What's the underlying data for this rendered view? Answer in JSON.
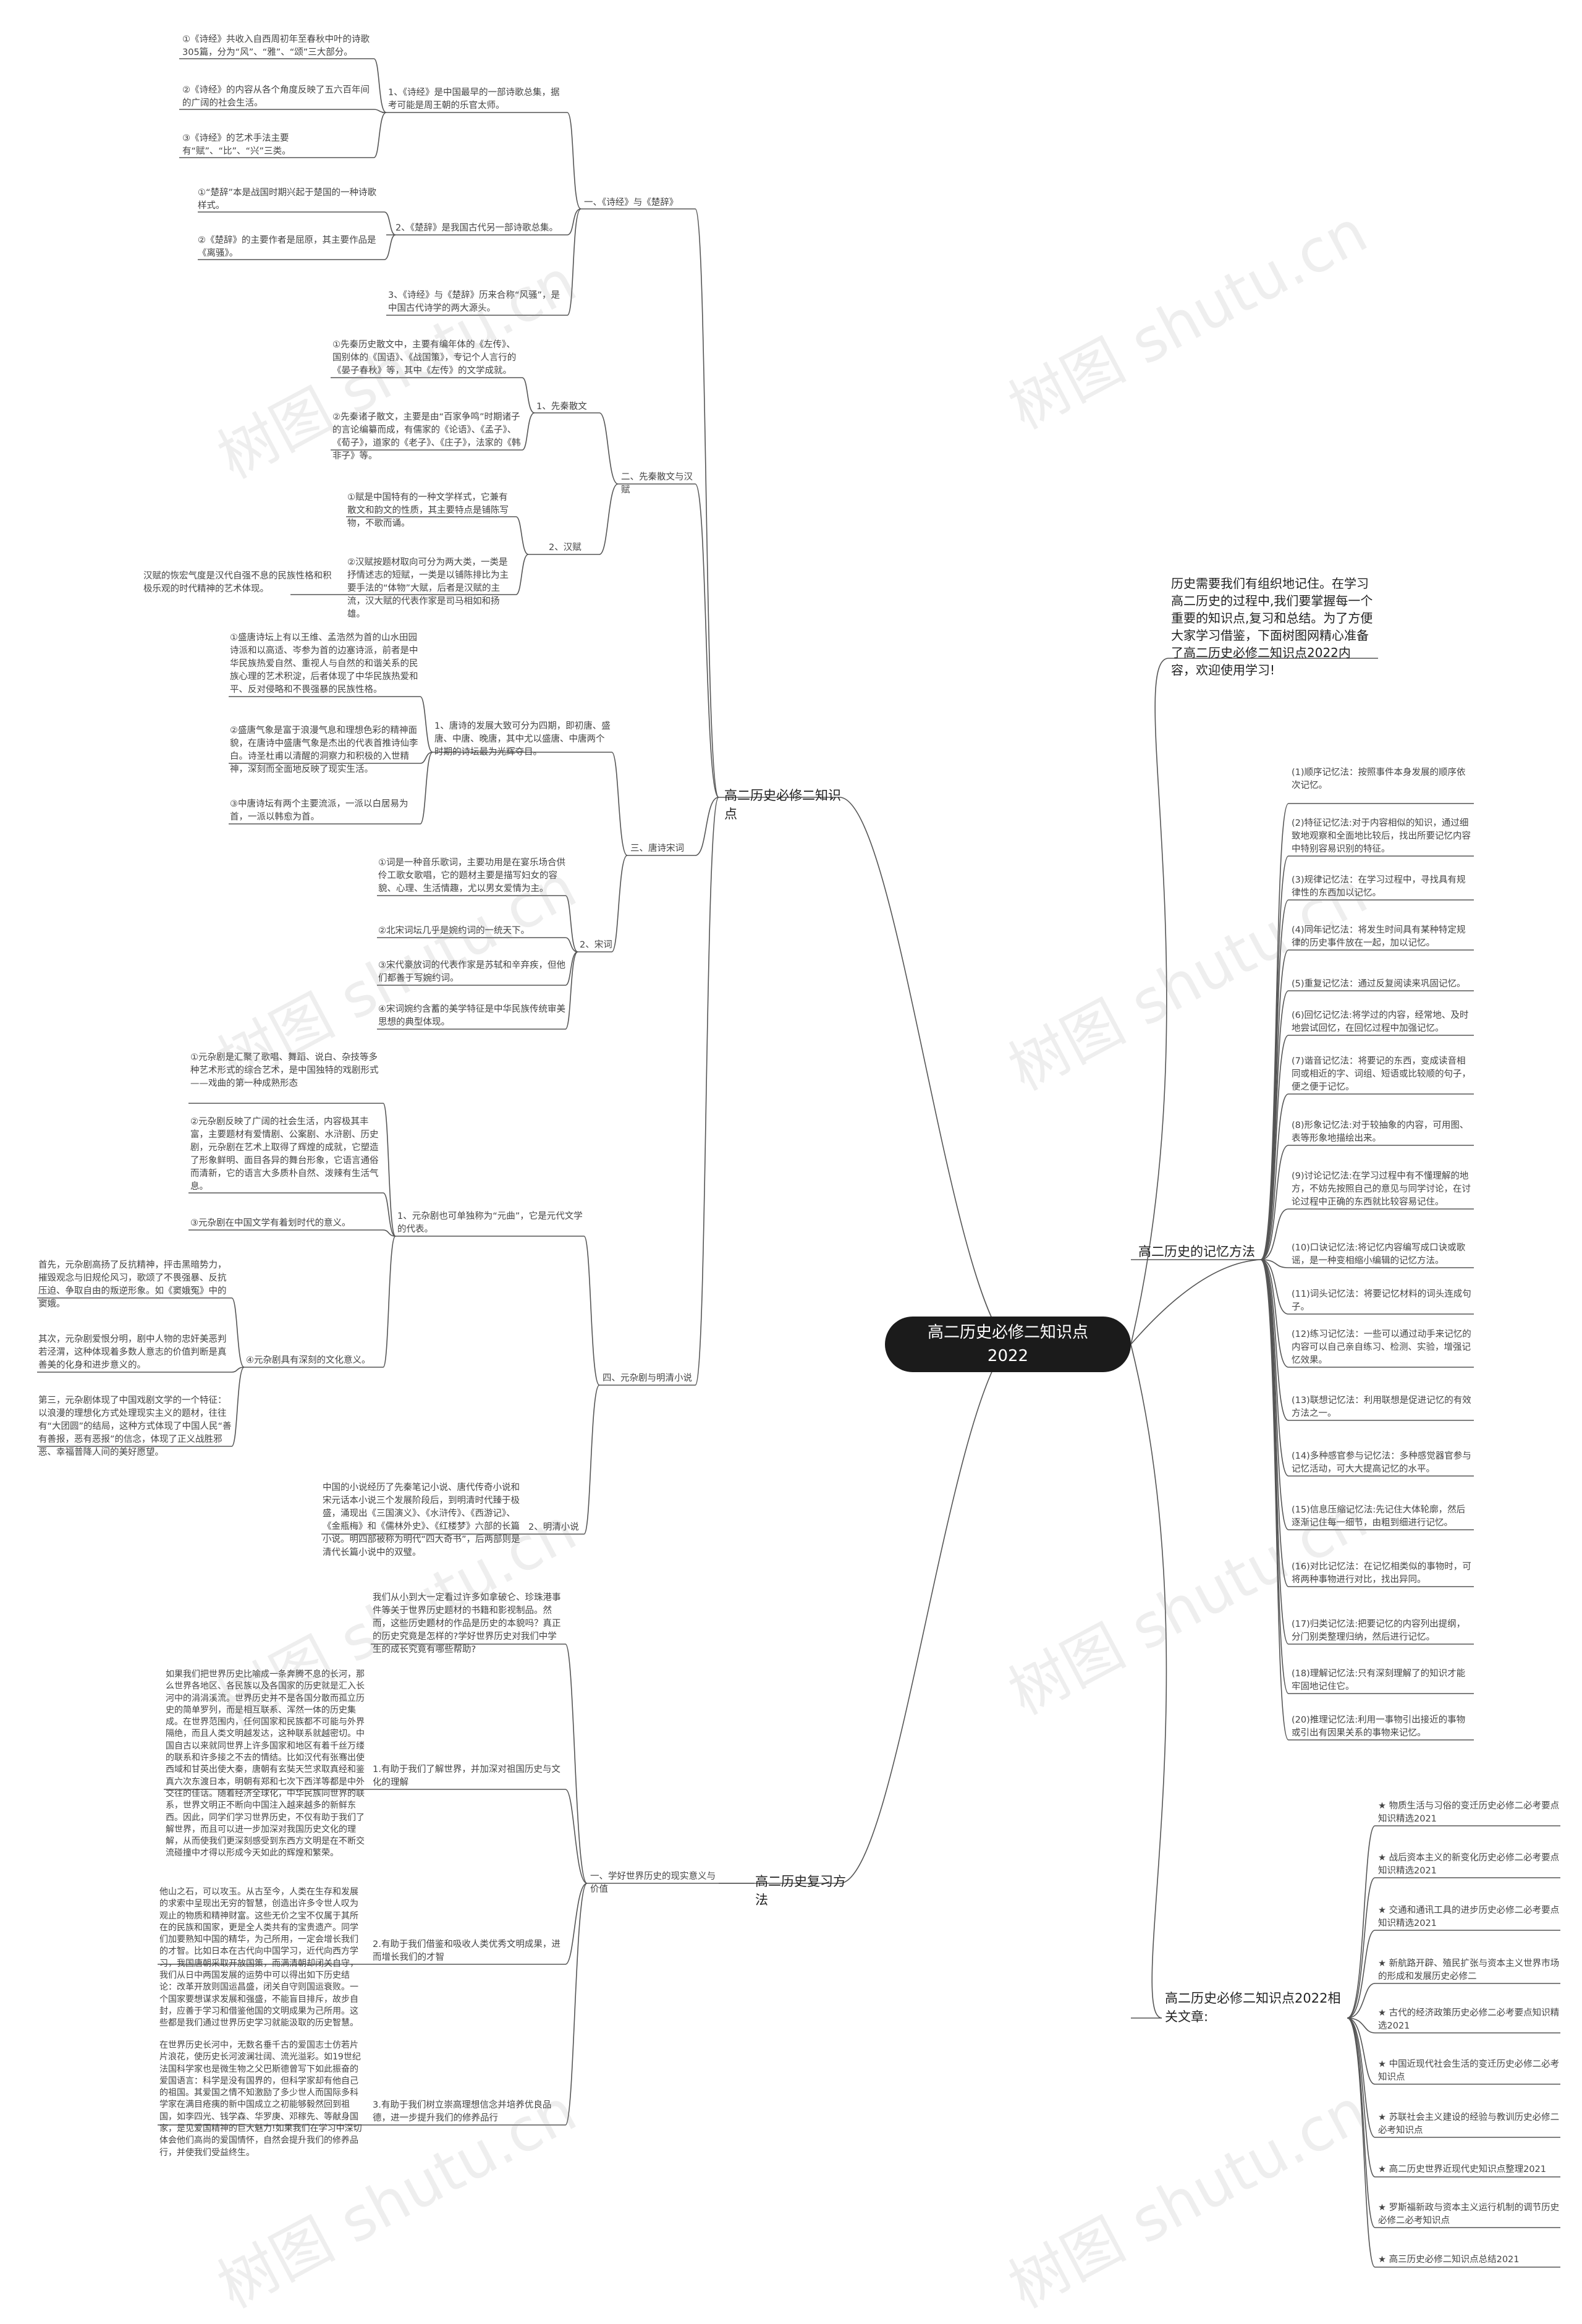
{
  "title": "高二历史必修二知识点2022",
  "watermark": "树图 shutu.cn",
  "colors": {
    "line": "#555555",
    "center_bg": "#1b1b1b",
    "center_text": "#ffffff"
  },
  "intro": "历史需要我们有组织地记住。在学习高二历史的过程中,我们要掌握每一个重要的知识点,复习和总结。为了方便大家学习借鉴，下面树图网精心准备了高二历史必修二知识点2022内容，欢迎使用学习!",
  "branch1": {
    "title": "高二历史必修二知识点",
    "s1": {
      "title": "一、《诗经》与《楚辞》",
      "p1": {
        "title": "1、《诗经》是中国最早的一部诗歌总集，据考可能是周王朝的乐官太师。",
        "d1": "①《诗经》共收入自西周初年至春秋中叶的诗歌305篇，分为“风”、“雅”、“颂”三大部分。",
        "d2": "②《诗经》的内容从各个角度反映了五六百年间的广阔的社会生活。",
        "d3": "③《诗经》的艺术手法主要有“赋”、“比”、“兴”三类。"
      },
      "p2": {
        "title": "2、《楚辞》是我国古代另一部诗歌总集。",
        "d1": "①“楚辞”本是战国时期兴起于楚国的一种诗歌样式。",
        "d2": "②《楚辞》的主要作者是屈原，其主要作品是《离骚》。"
      },
      "p3": "3、《诗经》与《楚辞》历来合称“风骚”，是中国古代诗学的两大源头。"
    },
    "s2": {
      "title": "二、先秦散文与汉赋",
      "p1": {
        "title": "1、先秦散文",
        "d1": "①先秦历史散文中，主要有编年体的《左传》、国别体的《国语》、《战国策》，专记个人言行的《晏子春秋》等，其中《左传》的文学成就。",
        "d2": "②先秦诸子散文，主要是由“百家争鸣”时期诸子的言论编纂而成，有儒家的《论语》、《孟子》、《荀子》，道家的《老子》、《庄子》，法家的《韩非子》等。"
      },
      "p2": {
        "title": "2、汉赋",
        "d1": "①赋是中国特有的一种文学样式，它兼有散文和韵文的性质，其主要特点是铺陈写物，不歌而诵。",
        "d2": "②汉赋按题材取向可分为两大类，一类是抒情述志的短赋，一类是以铺陈排比为主要手法的“体物”大赋，后者是汉赋的主流，汉大赋的代表作家是司马相如和扬雄。",
        "side": "汉赋的恢宏气度是汉代自强不息的民族性格和积极乐观的时代精神的艺术体现。"
      }
    },
    "s3": {
      "title": "三、唐诗宋词",
      "p1": {
        "title": "1、唐诗的发展大致可分为四期，即初唐、盛唐、中唐、晚唐，其中尤以盛唐、中唐两个时期的诗坛最为光辉夺目。",
        "d1": "①盛唐诗坛上有以王维、孟浩然为首的山水田园诗派和以高适、岑参为首的边塞诗派，前者是中华民族热爱自然、重视人与自然的和谐关系的民族心理的艺术积淀，后者体现了中华民族热爱和平、反对侵略和不畏强暴的民族性格。",
        "d2": "②盛唐气象是富于浪漫气息和理想色彩的精神面貌，在唐诗中盛唐气象是杰出的代表首推诗仙李白。诗圣杜甫以清醒的洞察力和积极的入世精神，深刻而全面地反映了现实生活。",
        "d3": "③中唐诗坛有两个主要流派，一派以白居易为首，一派以韩愈为首。"
      },
      "p2": {
        "title": "2、宋词",
        "d1": "①词是一种音乐歌词，主要功用是在宴乐场合供伶工歌女歌唱，它的题材主要是描写妇女的容貌、心理、生活情趣，尤以男女爱情为主。",
        "d2": "②北宋词坛几乎是婉约词的一统天下。",
        "d3": "③宋代豪放词的代表作家是苏轼和辛弃疾，但他们都善于写婉约词。",
        "d4": "④宋词婉约含蓄的美学特征是中华民族传统审美思想的典型体现。"
      }
    },
    "s4": {
      "title": "四、元杂剧与明清小说",
      "p1": {
        "title": "1、元杂剧也可单独称为“元曲”，它是元代文学的代表。",
        "d1": "①元杂剧是汇聚了歌唱、舞蹈、说白、杂技等多种艺术形式的综合艺术，是中国独特的戏剧形式——戏曲的第一种成熟形态",
        "d2": "②元杂剧反映了广阔的社会生活，内容极其丰富，主要题材有爱情剧、公案剧、水浒剧、历史剧，元杂剧在艺术上取得了辉煌的成就，它塑造了形象鲜明、面目各异的舞台形象，它语言通俗而清新，它的语言大多质朴自然、泼辣有生活气息。",
        "d3": "③元杂剧在中国文学有着划时代的意义。",
        "d4": "④元杂剧具有深刻的文化意义。",
        "e1": "首先，元杂剧高扬了反抗精神，抨击黑暗势力，摧毁观念与旧规伦风习，歌颂了不畏强暴、反抗压迫、争取自由的叛逆形象。如《窦娥冤》中的窦娥。",
        "e2": "其次，元杂剧爱恨分明，剧中人物的忠奸美恶判若泾渭，这种体现着多数人意志的价值判断是真善美的化身和进步意义的。",
        "e3": "第三，元杂剧体现了中国戏剧文学的一个特征：以浪漫的理想化方式处理现实主义的题材，往往有“大团圆”的结局，这种方式体现了中国人民“善有善报，恶有恶报”的信念，体现了正义战胜邪恶、幸福普降人间的美好愿望。"
      },
      "p2": {
        "title": "2、明清小说",
        "d1": "中国的小说经历了先秦笔记小说、唐代传奇小说和宋元话本小说三个发展阶段后，到明清时代臻于极盛，涌现出《三国演义》、《水浒传》、《西游记》、《金瓶梅》和《儒林外史》、《红楼梦》六部的长篇小说。明四部被称为明代“四大奇书”，后两部则是清代长篇小说中的双璧。"
      }
    }
  },
  "branch2": {
    "title": "高二历史复习方法",
    "s1": {
      "title": "一、学好世界历史的现实意义与价值",
      "top": "我们从小到大一定看过许多如拿破仑、珍珠港事件等关于世界历史题材的书籍和影视制品。然而，这些历史题材的作品是历史的本貌吗？真正的历史究竟是怎样的?学好世界历史对我们中学生的成长究竟有哪些帮助?",
      "p1": {
        "title": "1.有助于我们了解世界，并加深对祖国历史与文化的理解",
        "d": "如果我们把世界历史比喻成一条奔腾不息的长河，那么世界各地区、各民族以及各国家的历史就是汇入长河中的涓涓溪流。世界历史并不是各国分散而孤立历史的简单罗列，而是相互联系、浑然一体的历史集成。在世界范围内，任何国家和民族都不可能与外界隔绝，而且人类文明越发达，这种联系就越密切。中国自古以来就同世界上许多国家和地区有着千丝万缕的联系和许多接之不去的情结。比如汉代有张骞出使西域和甘英出使大秦，唐朝有玄奘天竺求取真经和鉴真六次东渡日本，明朝有郑和七次下西洋等都是中外交往的佳话。随着经济全球化，中华民族同世界的联系，世界文明正不断向中国注入越来越多的新鲜东西。因此，同学们学习世界历史，不仅有助于我们了解世界，而且可以进一步加深对我国历史文化的理解，从而使我们更深刻感受到东西方文明是在不断交流碰撞中才得以形成今天如此的辉煌和繁荣。"
      },
      "p2": {
        "title": "2.有助于我们借鉴和吸收人类优秀文明成果，进而增长我们的才智",
        "d": "他山之石，可以攻玉。从古至今，人类在生存和发展的求索中呈现出无穷的智慧，创造出许多令世人叹为观止的物质和精神财富。这些无价之宝不仅属于其所在的民族和国家，更是全人类共有的宝贵遗产。同学们加要熟知中国的精华，为己所用，一定会增长我们的才智。比如日本在古代向中国学习，近代向西方学习，我国唐朝采取开放国策，而满清朝却闭关自守，我们从日中两国发展的运势中可以得出如下历史结论：改革开放则国运昌盛，闭关自守则国运衰败。一个国家要想谋求发展和强盛，不能盲目排斥，故步自封，应善于学习和借鉴他国的文明成果为己所用。这些都是我们通过世界历史学习就能汲取的历史智慧。"
      },
      "p3": {
        "title": "3.有助于我们树立崇高理想信念并培养优良品德，进一步提升我们的修养品行",
        "d": "在世界历史长河中，无数名垂千古的爱国志士仿若片片浪花，使历史长河波澜壮阔、流光溢彩。如19世纪法国科学家也是微生物之父巴斯德曾写下如此振奋的爱国语言：科学是没有国界的，但科学家却有他自己的祖国。其爱国之情不知激励了多少世人而国际多科学家在满目疮痍的新中国成立之初能够毅然回到祖国，如李四光、钱学森、华罗庚、邓稼先、等献身国家，是见爱国精神的巨大魅力!如果我们在学习中深切体会他们高尚的爱国情怀，自然会提升我们的修养品行，并使我们受益终生。"
      }
    }
  },
  "branch3": {
    "title": "高二历史的记忆方法",
    "items": [
      "(1)顺序记忆法：按照事件本身发展的顺序依次记忆。",
      "(2)特征记忆法:对于内容相似的知识，通过细致地观察和全面地比较后，找出所要记忆内容中特别容易识别的特征。",
      "(3)规律记忆法：在学习过程中，寻找具有规律性的东西加以记忆。",
      "(4)同年记忆法：将发生时间具有某种特定规律的历史事件放在一起，加以记忆。",
      "(5)重复记忆法：通过反复阅读来巩固记忆。",
      "(6)回忆记忆法:将学过的内容，经常地、及时地尝试回忆，在回忆过程中加强记忆。",
      "(7)谐音记忆法：将要记的东西，变成读音相同或相近的字、词组、短语或比较顺的句子，便之便于记忆。",
      "(8)形象记忆法:对于较抽象的内容，可用图、表等形象地描绘出来。",
      "(9)讨论记忆法:在学习过程中有不懂理解的地方，不妨先按照自己的意见与同学讨论，在讨论过程中正确的东西就比较容易记住。",
      "(10)口诀记忆法:将记忆内容编写成口诀或歌谣，是一种变相缩小编辑的记忆方法。",
      "(11)词头记忆法：将要记忆材料的词头连成句子。",
      "(12)练习记忆法：一些可以通过动手来记忆的内容可以自己亲自练习、检测、实验，增强记忆效果。",
      "(13)联想记忆法：利用联想是促进记忆的有效方法之一。",
      "(14)多种感官参与记忆法：多种感觉器官参与记忆活动，可大大提高记忆的水平。",
      "(15)信息压缩记忆法:先记住大体轮廓，然后逐渐记住每一细节，由粗到细进行记忆。",
      "(16)对比记忆法：在记忆相类似的事物时，可将两种事物进行对比，找出异同。",
      "(17)归类记忆法:把要记忆的内容列出提纲，分门别类整理归纳，然后进行记忆。",
      "(18)理解记忆法:只有深刻理解了的知识才能牢固地记住它。",
      "(20)推理记忆法:利用一事物引出接近的事物或引出有因果关系的事物来记忆。"
    ]
  },
  "branch4": {
    "title": "高二历史必修二知识点2022相关文章:",
    "items": [
      "★ 物质生活与习俗的变迁历史必修二必考要点知识精选2021",
      "★ 战后资本主义的新变化历史必修二必考要点知识精选2021",
      "★ 交通和通讯工具的进步历史必修二必考要点知识精选2021",
      "★ 新航路开辟、殖民扩张与资本主义世界市场的形成和发展历史必修二",
      "★ 古代的经济政策历史必修二必考要点知识精选2021",
      "★ 中国近现代社会生活的变迁历史必修二必考知识点",
      "★ 苏联社会主义建设的经验与教训历史必修二必考知识点",
      "★ 高二历史世界近现代史知识点整理2021",
      "★ 罗斯福新政与资本主义运行机制的调节历史必修二必考知识点",
      "★ 高三历史必修二知识点总结2021"
    ]
  }
}
